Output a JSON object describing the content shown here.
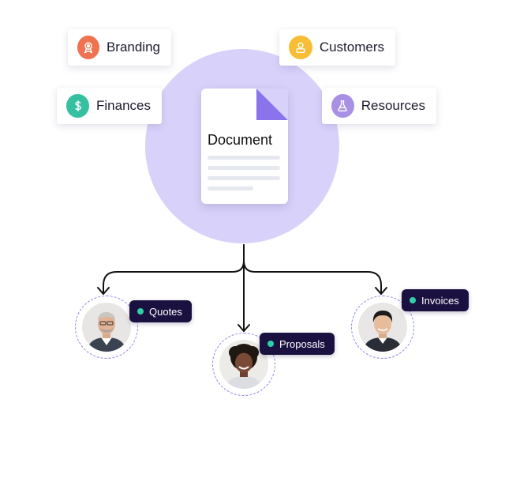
{
  "center": {
    "document_label": "Document"
  },
  "categories": [
    {
      "label": "Branding",
      "icon": "badge-icon",
      "color": "#ef7350"
    },
    {
      "label": "Customers",
      "icon": "user-icon",
      "color": "#f7bd35"
    },
    {
      "label": "Finances",
      "icon": "dollar-icon",
      "color": "#35c09f"
    },
    {
      "label": "Resources",
      "icon": "flask-icon",
      "color": "#a890e4"
    }
  ],
  "outputs": [
    {
      "label": "Quotes"
    },
    {
      "label": "Proposals"
    },
    {
      "label": "Invoices"
    }
  ],
  "colors": {
    "circle": "#d8d2fb",
    "pill_bg": "#1a1140",
    "pill_dot": "#2fd0a8",
    "fold": "#8b73ec",
    "avatar_ring": "#8f84ec"
  }
}
